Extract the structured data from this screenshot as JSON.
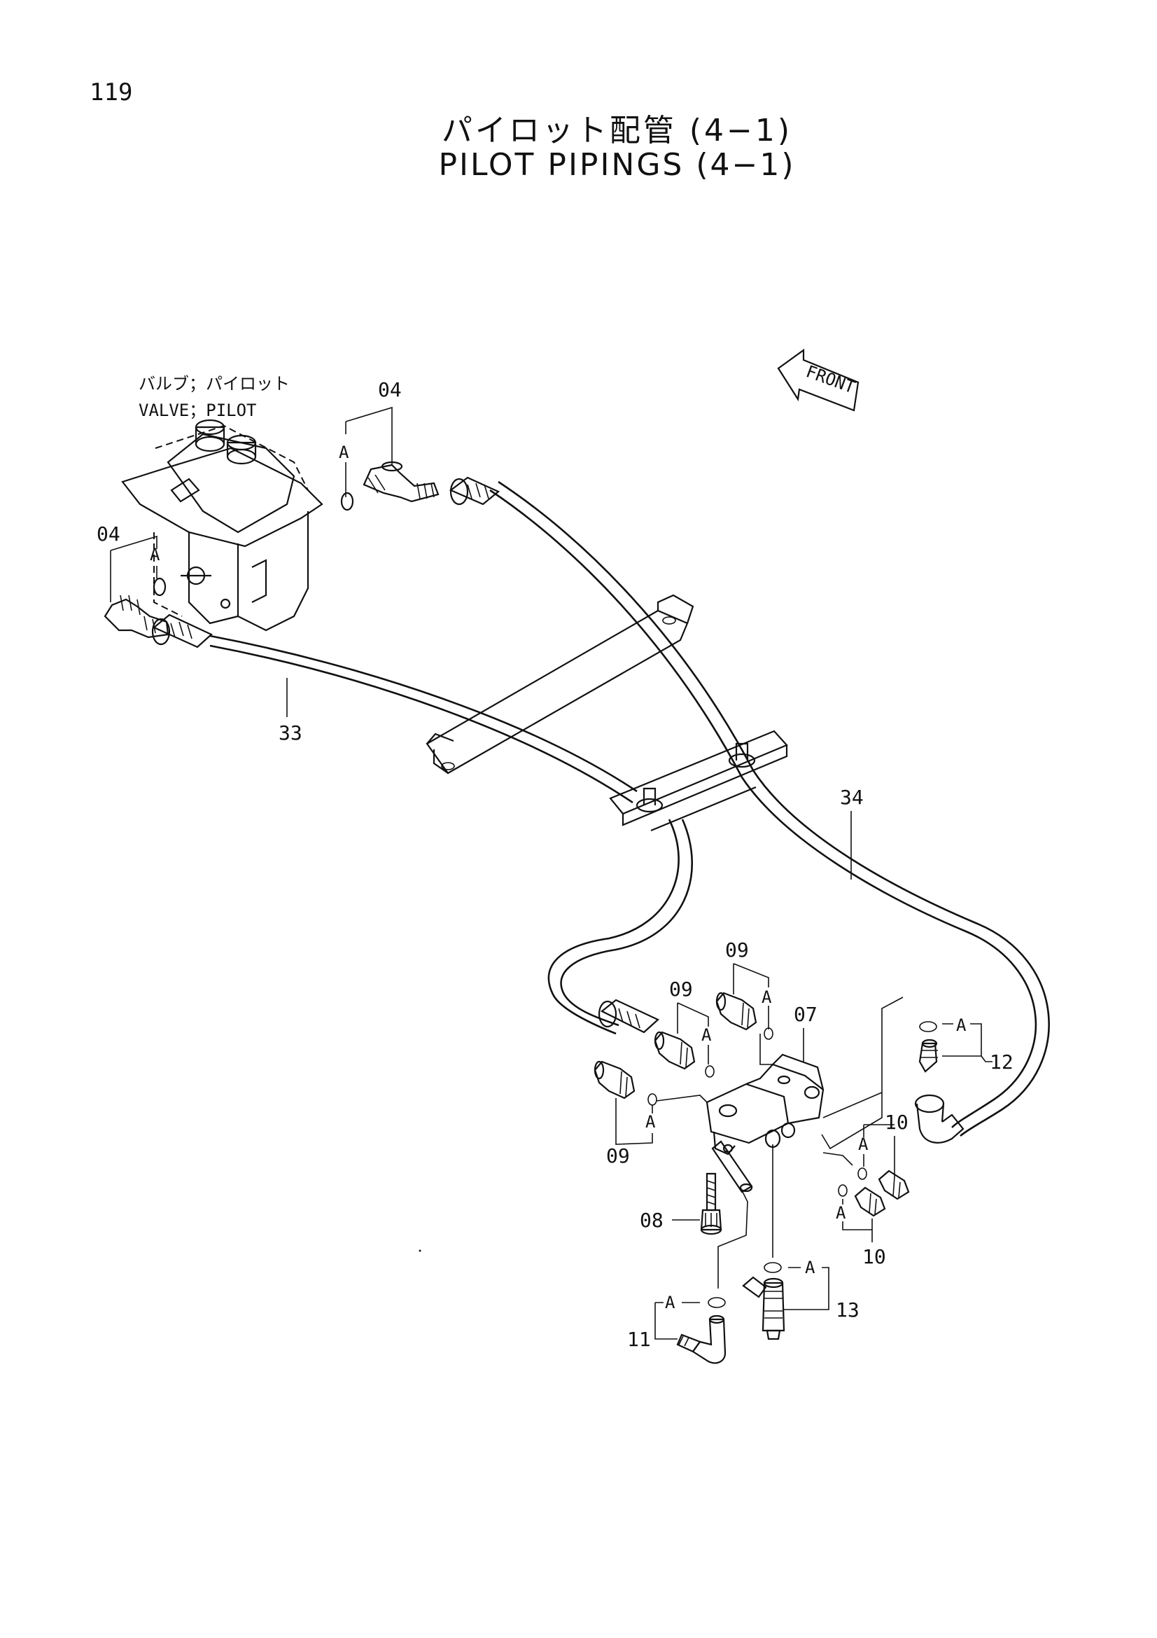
{
  "page_number": "119",
  "title": {
    "ja": "パイロット配管 (4−1)",
    "en": "PILOT PIPINGS (4−1)"
  },
  "front_label": "FRONT",
  "component_label": {
    "ja": "バルブ；パイロット",
    "en": "VALVE；PILOT"
  },
  "callouts": {
    "p04_top": "04",
    "p04_left": "04",
    "p33": "33",
    "p34": "34",
    "p07": "07",
    "p09_a": "09",
    "p09_b": "09",
    "p09_c": "09",
    "p10_a": "10",
    "p10_b": "10",
    "p12": "12",
    "p08": "08",
    "p11": "11",
    "p13": "13"
  },
  "seal_marker": "A"
}
